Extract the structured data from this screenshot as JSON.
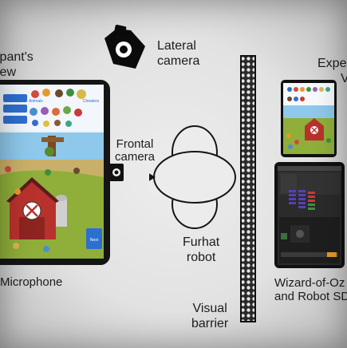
{
  "labels": {
    "participant_view": [
      "ipant's",
      "iew"
    ],
    "lateral_camera": [
      "Lateral",
      "camera"
    ],
    "frontal_camera": [
      "Frontal",
      "camera"
    ],
    "robot": [
      "Furhat",
      "robot"
    ],
    "microphone": "Microphone",
    "visual_barrier": [
      "Visual",
      "barrier"
    ],
    "experimenter_view": [
      "Expe",
      "V"
    ],
    "woz_software": [
      "Wizard-of-Oz",
      "and Robot SD"
    ]
  },
  "tablet_screen": {
    "left_header": "Animals",
    "right_header": "Cheaters",
    "button": "Next"
  },
  "colors": {
    "device_frame": "#111111",
    "sky": "#5eb6e6",
    "grass": "#8fae3a",
    "barn": "#b8322d",
    "panel": "#e8f2fb",
    "accent_blue": "#2d6fd0"
  }
}
